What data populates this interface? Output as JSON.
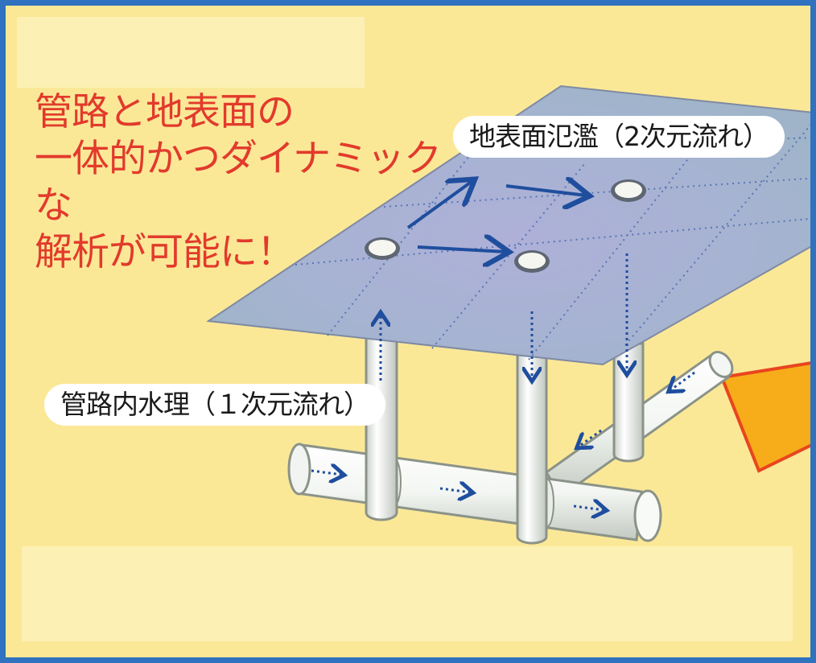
{
  "headline": "管路と地表面の\n一体的かつダイナミックな\n解析が可能に！",
  "labels": {
    "surface_flow": "地表面氾濫（2次元流れ）",
    "pipe_flow": "管路内水理（１次元流れ）"
  },
  "colors": {
    "frame_border": "#2f72bf",
    "background": "#fbe897",
    "headline_text": "#e23a2c",
    "arrow": "#1f4e9e",
    "callout_fill": "#f7ad19",
    "callout_stroke": "#e8451e"
  },
  "icons": {
    "flow_arrow": "solid-arrow-icon",
    "pipe_flow_arrow": "dotted-arrow-icon",
    "manhole": "manhole-icon"
  }
}
